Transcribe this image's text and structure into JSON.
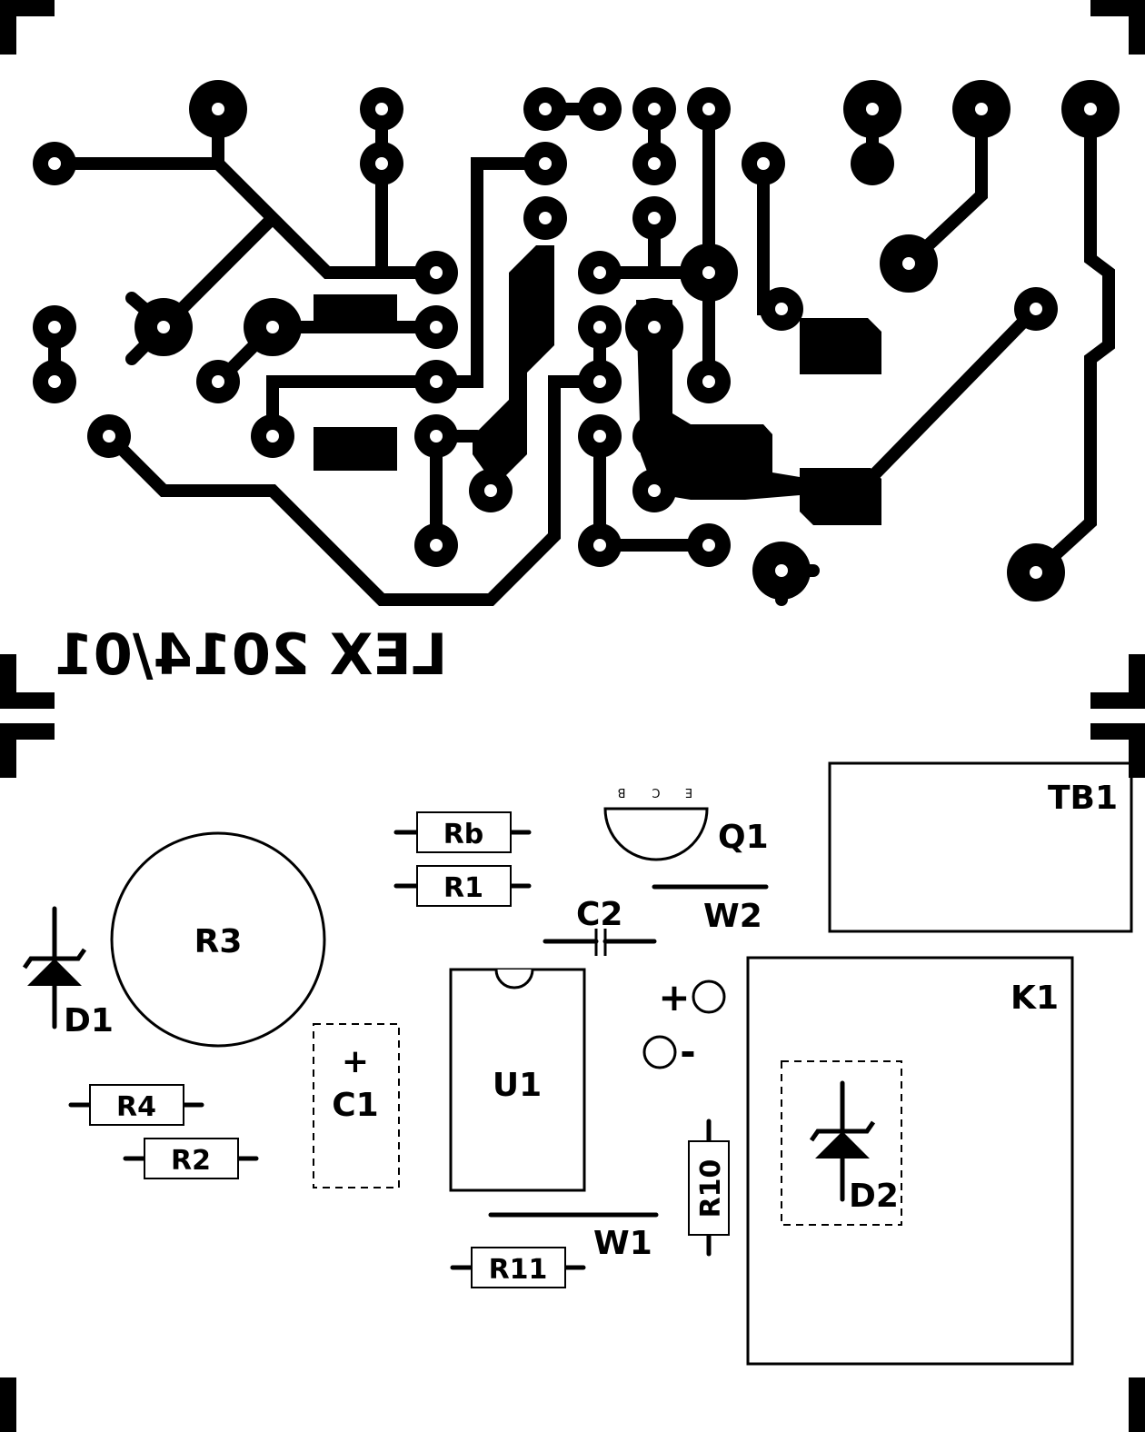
{
  "pcb": {
    "copper_text": "LEX 2014/01"
  },
  "components": {
    "tb1": "TB1",
    "k1": "K1",
    "q1": "Q1",
    "q1_pins": {
      "e": "E",
      "c": "C",
      "b": "B"
    },
    "rb": "Rb",
    "r1": "R1",
    "c2": "C2",
    "w2": "W2",
    "r3": "R3",
    "d1": "D1",
    "c1": "C1",
    "c1_polarity": "+",
    "u1": "U1",
    "supply_plus": "+",
    "supply_minus": "-",
    "r4": "R4",
    "r2": "R2",
    "r10": "R10",
    "d2": "D2",
    "w1": "W1",
    "r11": "R11"
  }
}
